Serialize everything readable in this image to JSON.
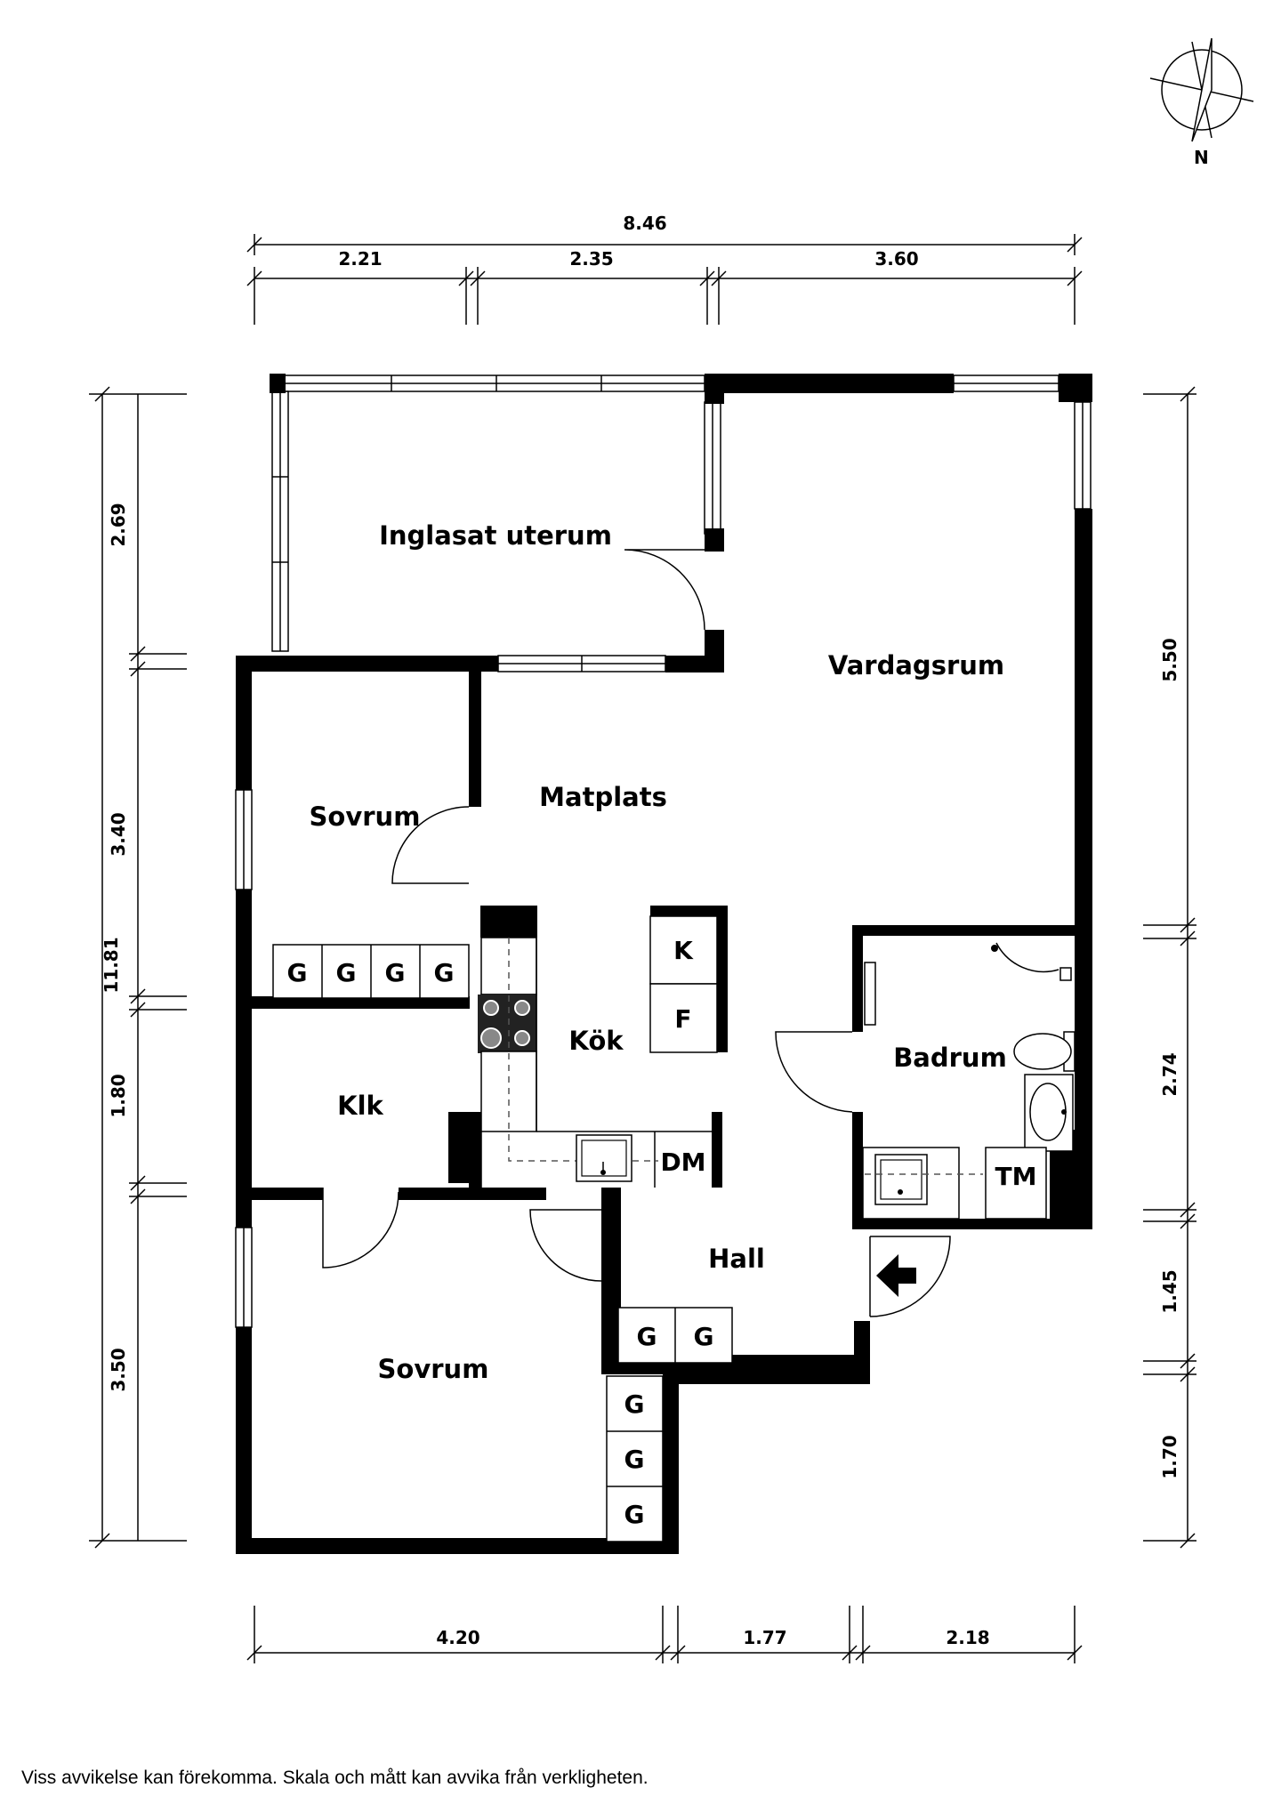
{
  "compass": {
    "north_label": "N"
  },
  "dimensions": {
    "top_total": "8.46",
    "top_segments": [
      "2.21",
      "2.35",
      "3.60"
    ],
    "left_total": "11.81",
    "left_segments": [
      "2.69",
      "3.40",
      "1.80",
      "3.50"
    ],
    "right_segments": [
      "5.50",
      "2.74",
      "1.45",
      "1.70"
    ],
    "bottom_segments": [
      "4.20",
      "1.77",
      "2.18"
    ]
  },
  "rooms": {
    "uterum": "Inglasat uterum",
    "vardagsrum": "Vardagsrum",
    "sovrum_top": "Sovrum",
    "matplats": "Matplats",
    "kok": "Kök",
    "badrum": "Badrum",
    "klk": "Klk",
    "hall": "Hall",
    "sovrum_bottom": "Sovrum"
  },
  "fixtures": {
    "wardrobe": "G",
    "fridge": "K",
    "freezer": "F",
    "dishwasher": "DM",
    "washer": "TM"
  },
  "disclaimer": "Viss avvikelse kan förekomma. Skala och mått kan avvika från verkligheten."
}
